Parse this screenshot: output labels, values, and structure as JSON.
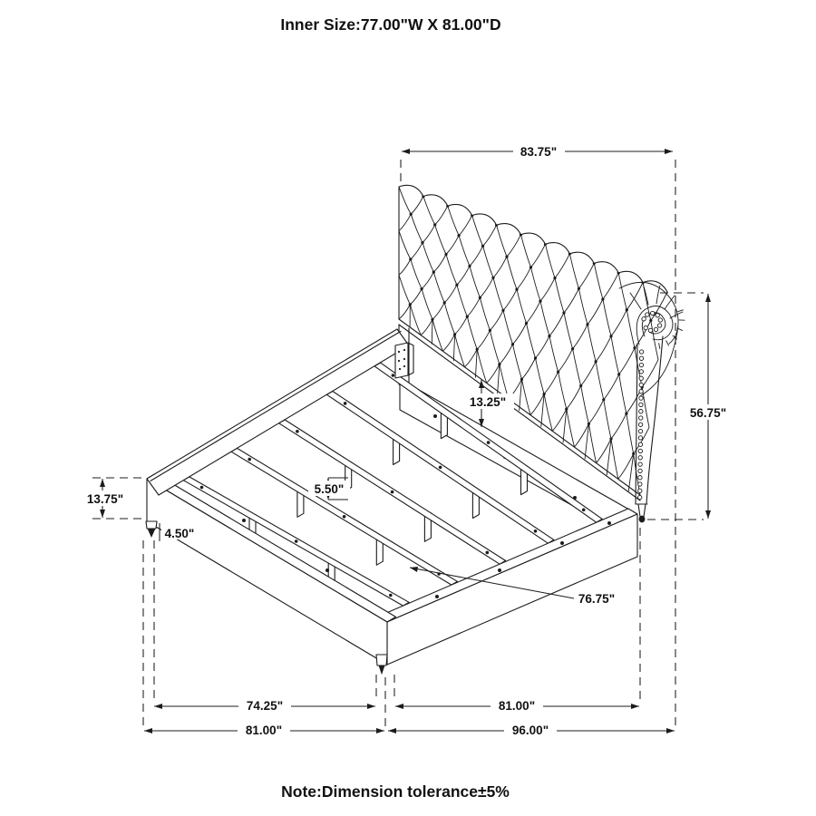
{
  "title": "Inner Size:77.00\"W X 81.00\"D",
  "note": "Note:Dimension tolerance±5%",
  "colors": {
    "line": "#1c1c1c",
    "background": "#ffffff"
  },
  "dimensions": {
    "headboard_width": "83.75\"",
    "headboard_height": "56.75\"",
    "headboard_to_slats": "13.25\"",
    "center_leg_height": "5.50\"",
    "side_rail_height": "13.75\"",
    "foot_height": "4.50\"",
    "slat_length": "76.75\"",
    "slat_span_width": "74.25\"",
    "frame_outer_width": "81.00\"",
    "frame_inner_depth": "81.00\"",
    "overall_depth": "96.00\""
  }
}
